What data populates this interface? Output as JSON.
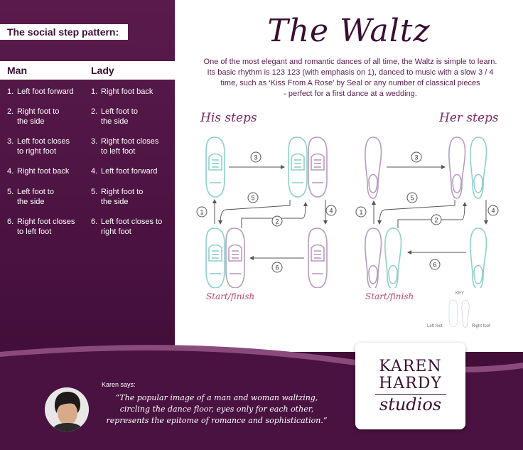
{
  "left": {
    "title": "The social step pattern:",
    "col_man": "Man",
    "col_lady": "Lady",
    "man_steps": [
      {
        "num": "1.",
        "text": "Left foot forward",
        "cont": ""
      },
      {
        "num": "2.",
        "text": "Right foot to",
        "cont": "the side"
      },
      {
        "num": "3.",
        "text": "Left foot closes",
        "cont": "to right foot"
      },
      {
        "num": "4.",
        "text": "Right foot back",
        "cont": ""
      },
      {
        "num": "5.",
        "text": "Left foot to",
        "cont": "the side"
      },
      {
        "num": "6.",
        "text": "Right foot closes",
        "cont": "to left foot"
      }
    ],
    "lady_steps": [
      {
        "num": "1.",
        "text": "Right foot back",
        "cont": ""
      },
      {
        "num": "2.",
        "text": "Left foot to",
        "cont": "the side"
      },
      {
        "num": "3.",
        "text": "Right foot closes",
        "cont": "to left foot"
      },
      {
        "num": "4.",
        "text": "Left foot forward",
        "cont": ""
      },
      {
        "num": "5.",
        "text": "Right foot to",
        "cont": "the side"
      },
      {
        "num": "6.",
        "text": "Left foot closes to",
        "cont": "right foot"
      }
    ]
  },
  "main": {
    "title": "The Waltz",
    "intro_lines": [
      "One of the most elegant and romantic dances of all time, the Waltz is simple to learn.",
      "Its basic rhythm is 123 123 (with emphasis on 1), danced to music with a slow 3 / 4",
      "time, such as ‘Kiss From A Rose’ by Seal or any number of classical pieces",
      "- perfect for a first dance at a wedding."
    ],
    "his_label": "His steps",
    "her_label": "Her steps",
    "start_finish": "Start/finish",
    "key": "KEY",
    "key_left": "Left foot",
    "key_right": "Right foot",
    "step_numbers": [
      "1",
      "2",
      "3",
      "4",
      "5",
      "6"
    ]
  },
  "footer": {
    "says": "Karen says:",
    "quote_lines": [
      "“The popular image of a man and woman waltzing,",
      "circling the dance floor, eyes only for each other,",
      "represents the epitome of romance and sophistication.”"
    ],
    "logo_line1": "KAREN",
    "logo_line2": "HARDY",
    "logo_line3": "studios"
  },
  "colors": {
    "purple": "#4a1240",
    "left_foot": "#8fd0c8",
    "right_foot": "#b99ac0",
    "accent": "#c0476f"
  }
}
